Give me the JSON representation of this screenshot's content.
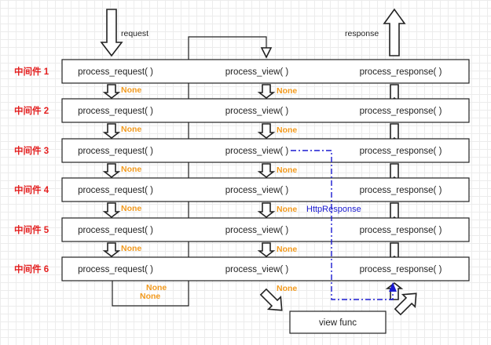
{
  "labels": {
    "request": "request",
    "response": "response",
    "view_func": "view func",
    "http_response": "HttpResponse",
    "none": "None"
  },
  "functions": {
    "request": "process_request( )",
    "view": "process_view( )",
    "response": "process_response( )"
  },
  "middlewares": [
    "中间件 1",
    "中间件 2",
    "中间件 3",
    "中间件 4",
    "中间件 5",
    "中间件 6"
  ],
  "colors": {
    "middleware_label": "#e41f1f",
    "none_label": "#f29a1e",
    "http_response_path": "#1a1ad1"
  }
}
